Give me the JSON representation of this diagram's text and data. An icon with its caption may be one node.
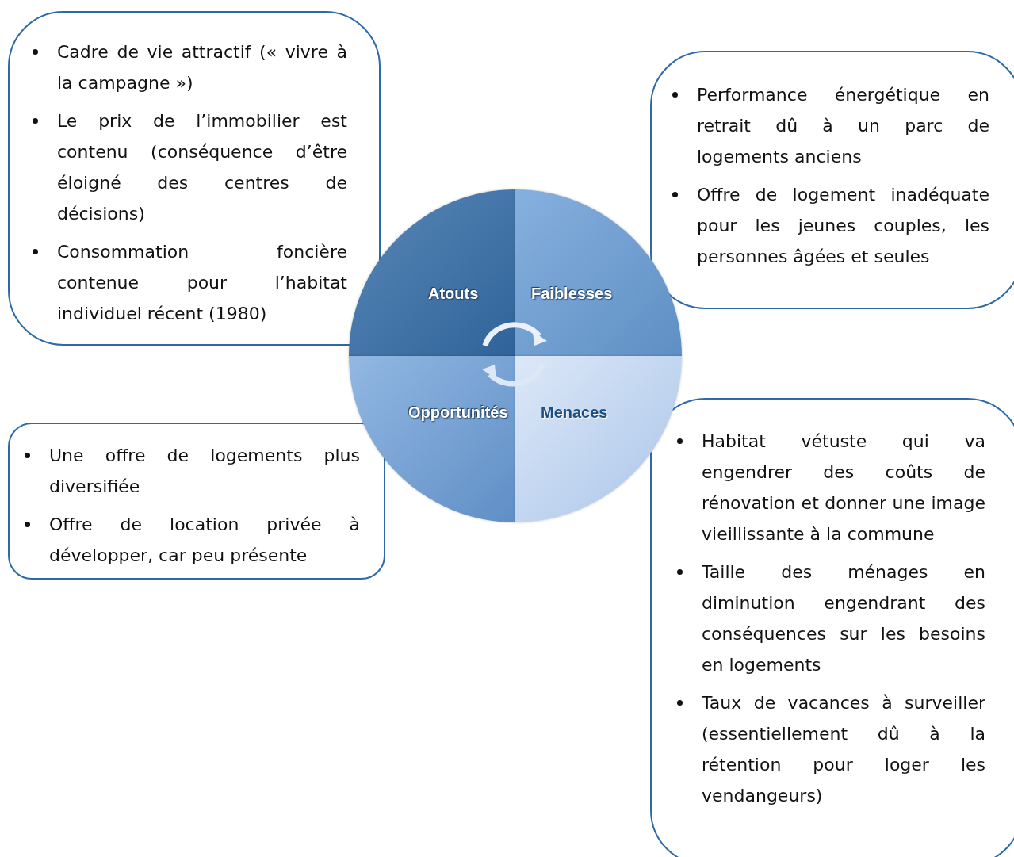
{
  "diagram": {
    "nodes": [
      {
        "text": [
          "Cadre de vie attractif (« vivre à la campagne »)",
          "Le prix de l’immobilier est contenu (conséquence d’être éloigné des centres de décisions)",
          "Consommation foncière contenue pour l’habitat individuel récent (1980)"
        ]
      },
      {
        "text": [
          "Performance énergétique en retrait dû à un parc de logements anciens",
          "Offre de logement inadéquate pour les jeunes couples, les personnes âgées et seules"
        ]
      },
      {
        "text": [
          "Atouts"
        ]
      },
      {
        "text": [
          "Faiblesses"
        ]
      },
      {
        "text": [
          "Opportunités"
        ]
      },
      {
        "text": [
          "Menaces"
        ]
      },
      {
        "text": [
          "Une offre de logements plus diversifiée",
          "Offre de location privée à développer, car peu présente"
        ]
      },
      {
        "text": [
          "Habitat vétuste qui va engendrer des coûts de rénovation et donner une image vieillissante à la commune",
          "Taille des ménages en diminution engendrant des conséquences sur les besoins en logements",
          "Taux de vacances à surveiller (essentiellement dû à la rétention pour loger les vendangeurs)"
        ]
      }
    ]
  }
}
